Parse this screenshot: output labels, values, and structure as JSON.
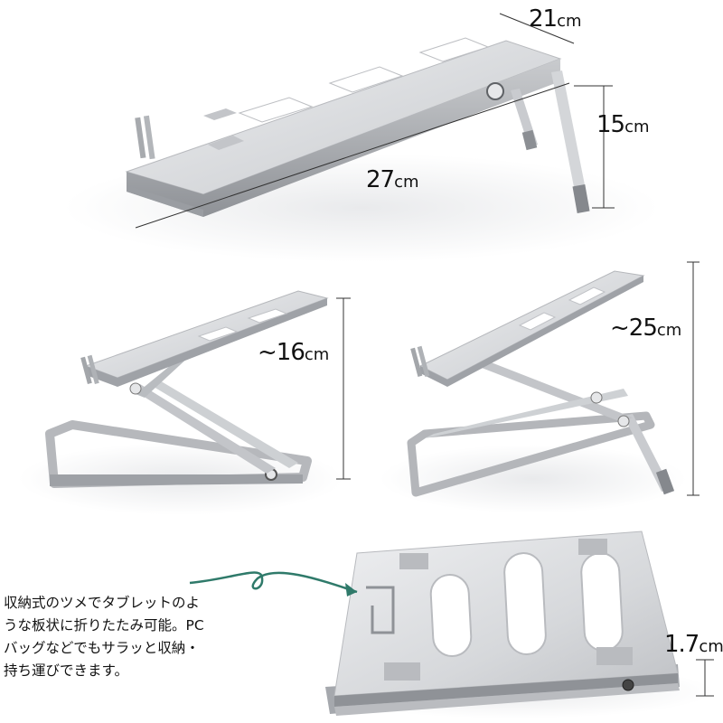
{
  "dimensions": {
    "width": {
      "value": "21",
      "unit": "cm"
    },
    "height": {
      "value": "15",
      "unit": "cm"
    },
    "length": {
      "value": "27",
      "unit": "cm"
    },
    "low_height": {
      "value": "~16",
      "unit": "cm"
    },
    "high_height": {
      "value": "~25",
      "unit": "cm"
    },
    "thickness": {
      "value": "1.7",
      "unit": "cm"
    }
  },
  "caption": {
    "lines": [
      "収納式のツメでタブレットのよ",
      "うな板状に折りたたみ可能。PC",
      "バッグなどでもサラッと収納・",
      "持ち運びできます。"
    ]
  },
  "colors": {
    "aluminum": "#dcdde0",
    "aluminum_dark": "#a9abb0",
    "arrow": "#2f7a6a"
  }
}
